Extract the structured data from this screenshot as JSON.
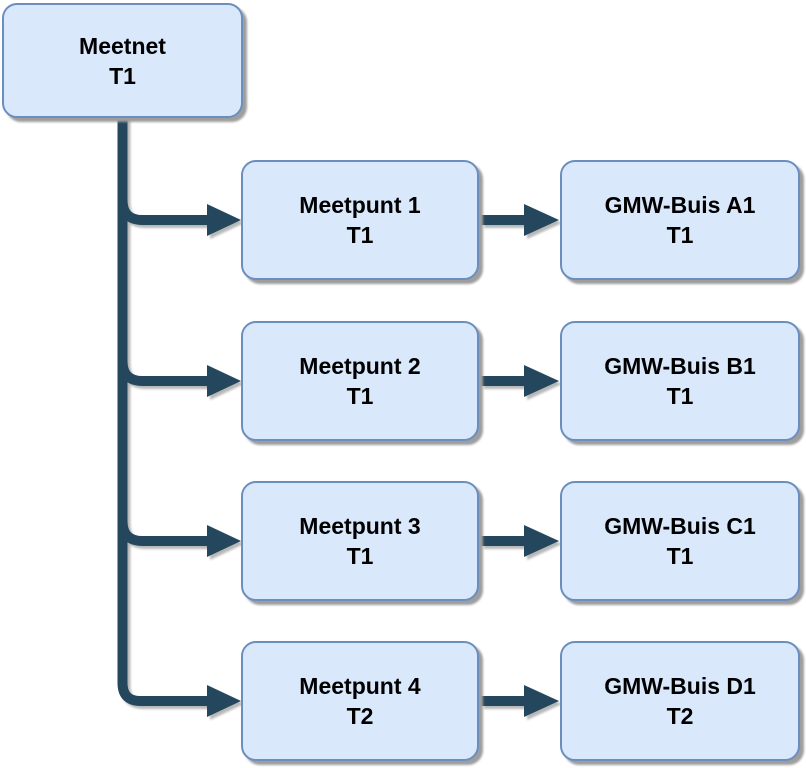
{
  "diagram": {
    "root": {
      "title": "Meetnet",
      "tier": "T1"
    },
    "rows": [
      {
        "meetpunt": {
          "title": "Meetpunt 1",
          "tier": "T1"
        },
        "gmw": {
          "title": "GMW-Buis A1",
          "tier": "T1"
        }
      },
      {
        "meetpunt": {
          "title": "Meetpunt 2",
          "tier": "T1"
        },
        "gmw": {
          "title": "GMW-Buis B1",
          "tier": "T1"
        }
      },
      {
        "meetpunt": {
          "title": "Meetpunt 3",
          "tier": "T1"
        },
        "gmw": {
          "title": "GMW-Buis C1",
          "tier": "T1"
        }
      },
      {
        "meetpunt": {
          "title": "Meetpunt 4",
          "tier": "T2"
        },
        "gmw": {
          "title": "GMW-Buis D1",
          "tier": "T2"
        }
      }
    ]
  },
  "colors": {
    "background": "#ffffff",
    "box_fill": "#dae8fc",
    "box_border": "#6c8ebf",
    "connector": "#24475d",
    "shadow": "#9e9e9e",
    "text": "#000000"
  }
}
